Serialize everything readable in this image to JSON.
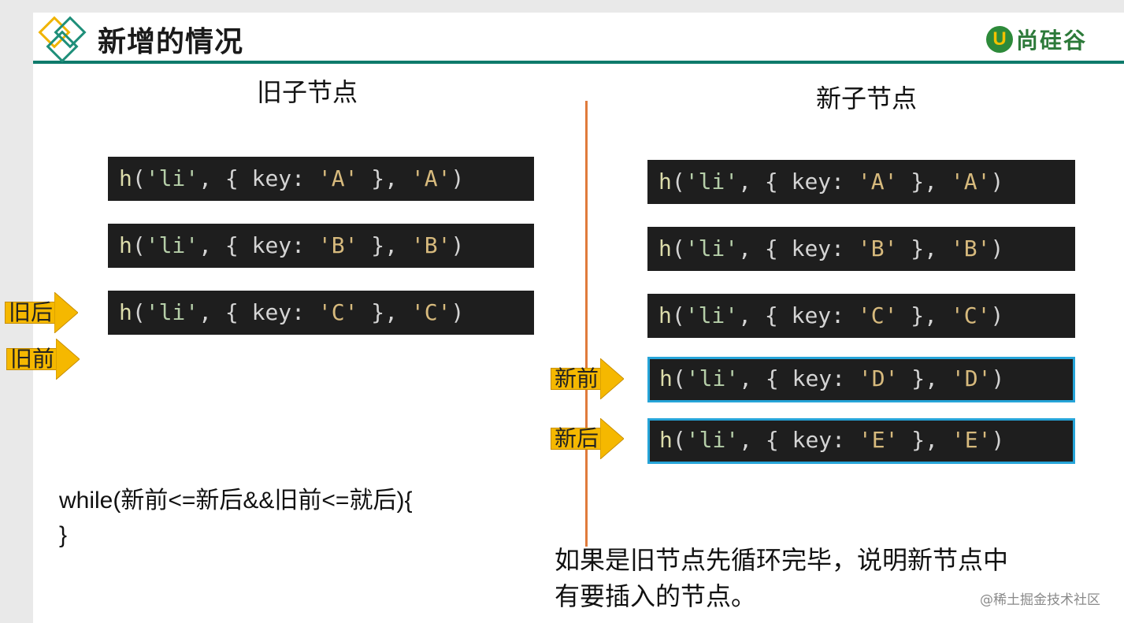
{
  "slide": {
    "title": "新增的情况",
    "brand": "尚硅谷",
    "brand_badge": "U"
  },
  "old": {
    "heading": "旧子节点",
    "items": [
      {
        "letter": "A"
      },
      {
        "letter": "B"
      },
      {
        "letter": "C"
      }
    ],
    "pointers": {
      "old_end": "旧后",
      "old_start": "旧前"
    }
  },
  "new": {
    "heading": "新子节点",
    "items": [
      {
        "letter": "A",
        "highlighted": false
      },
      {
        "letter": "B",
        "highlighted": false
      },
      {
        "letter": "C",
        "highlighted": false
      },
      {
        "letter": "D",
        "highlighted": true
      },
      {
        "letter": "E",
        "highlighted": true
      }
    ],
    "pointers": {
      "new_start": "新前",
      "new_end": "新后"
    }
  },
  "code_snippet": {
    "line1": "while(新前<=新后&&旧前<=就后){",
    "line2": "}"
  },
  "note": {
    "line1": "如果是旧节点先循环完毕，说明新节点中",
    "line2": "有要插入的节点。"
  },
  "watermark": "@稀土掘金技术社区",
  "colors": {
    "header_line": "#0e7a6b",
    "divider": "#e07b3c",
    "arrow_fill": "#f5b800",
    "highlight_border": "#26a4d8",
    "code_bg": "#1e1e1e"
  }
}
